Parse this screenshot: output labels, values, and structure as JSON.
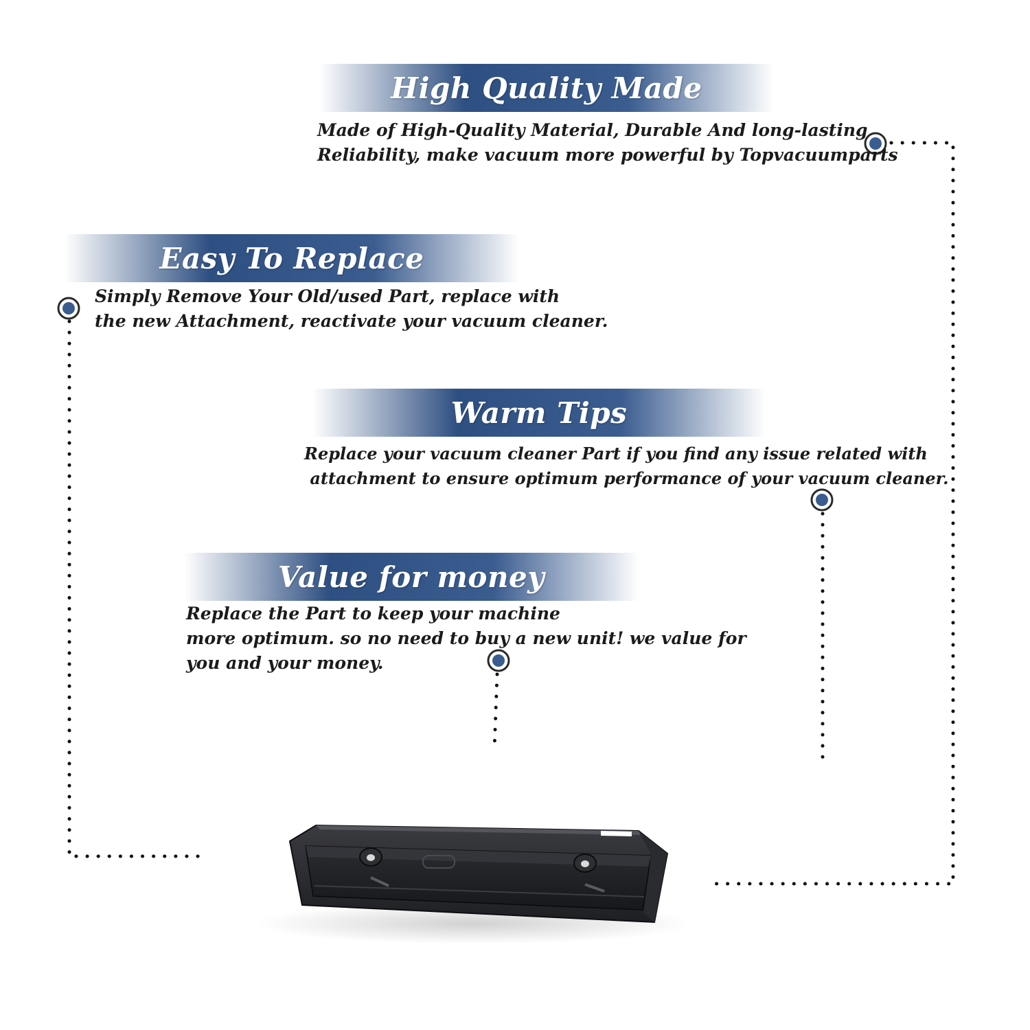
{
  "accent_color": "#3a5c8f",
  "features": [
    {
      "title": "High Quality Made",
      "lines": [
        "Made of  High-Quality Material, Durable And long-lasting",
        "Reliability, make vacuum more powerful by Topvacuumparts"
      ]
    },
    {
      "title": "Easy To Replace",
      "lines": [
        "Simply Remove Your Old/used Part, replace with",
        "the new Attachment, reactivate your vacuum cleaner."
      ]
    },
    {
      "title": "Warm Tips",
      "lines": [
        "Replace your vacuum cleaner Part if you find any issue related with",
        " attachment to ensure optimum performance of your vacuum cleaner."
      ]
    },
    {
      "title": "Value for money",
      "lines": [
        "Replace the Part to keep your machine",
        "more optimum. so no need to buy a new unit! we value for",
        "you and your money."
      ]
    }
  ]
}
